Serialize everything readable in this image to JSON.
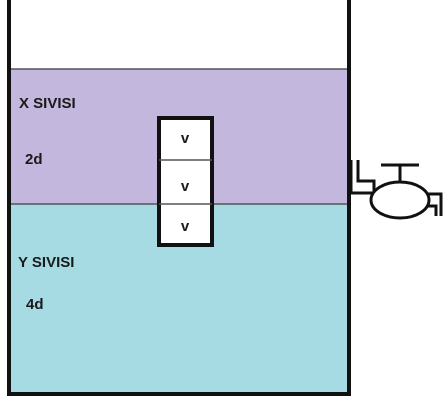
{
  "liquids": {
    "x": {
      "name": "X SIVISI",
      "density": "2d",
      "color": "#c3b7dd"
    },
    "y": {
      "name": "Y SIVISI",
      "density": "4d",
      "color": "#a6dbe4"
    }
  },
  "block": {
    "segments": [
      "v",
      "v",
      "v"
    ]
  },
  "tap": {
    "icon": "faucet-icon"
  }
}
